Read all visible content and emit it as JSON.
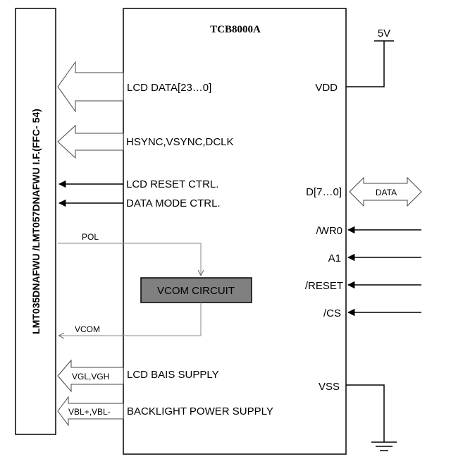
{
  "chip": {
    "title": "TCB8000A"
  },
  "connector": {
    "label": "LMT035DNAFWU /LMT057DNAFWU I.F.(FFC- 54)"
  },
  "left_signals": {
    "lcd_data": "LCD DATA[23…0]",
    "sync": "HSYNC,VSYNC,DCLK",
    "lcd_reset": "LCD RESET CTRL.",
    "data_mode": "DATA MODE CTRL.",
    "pol": "POL",
    "vcom": "VCOM",
    "vgl_vgh": "VGL,VGH",
    "lcd_bias": "LCD BAIS SUPPLY",
    "vbl": "VBL+,VBL-",
    "backlight": "BACKLIGHT POWER SUPPLY"
  },
  "vcom_circuit": {
    "label": "VCOM CIRCUIT",
    "fill": "#808080"
  },
  "right_signals": {
    "supply_voltage": "5V",
    "vdd": "VDD",
    "data_bus": "D[7…0]",
    "data_arrow": "DATA",
    "wr0": "/WR0",
    "a1": "A1",
    "reset": "/RESET",
    "cs": "/CS",
    "vss": "VSS"
  }
}
